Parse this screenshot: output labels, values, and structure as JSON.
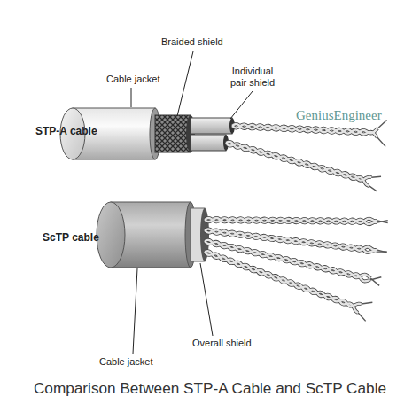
{
  "diagram": {
    "caption": "Comparison Between STP-A Cable and ScTP Cable",
    "labels": [
      "Braided shield",
      "Cable jacket",
      "Individual pair shield",
      "STP-A cable",
      "GeniusEngineer",
      "ScTP cable",
      "Overall shield",
      "Cable jacket"
    ]
  }
}
